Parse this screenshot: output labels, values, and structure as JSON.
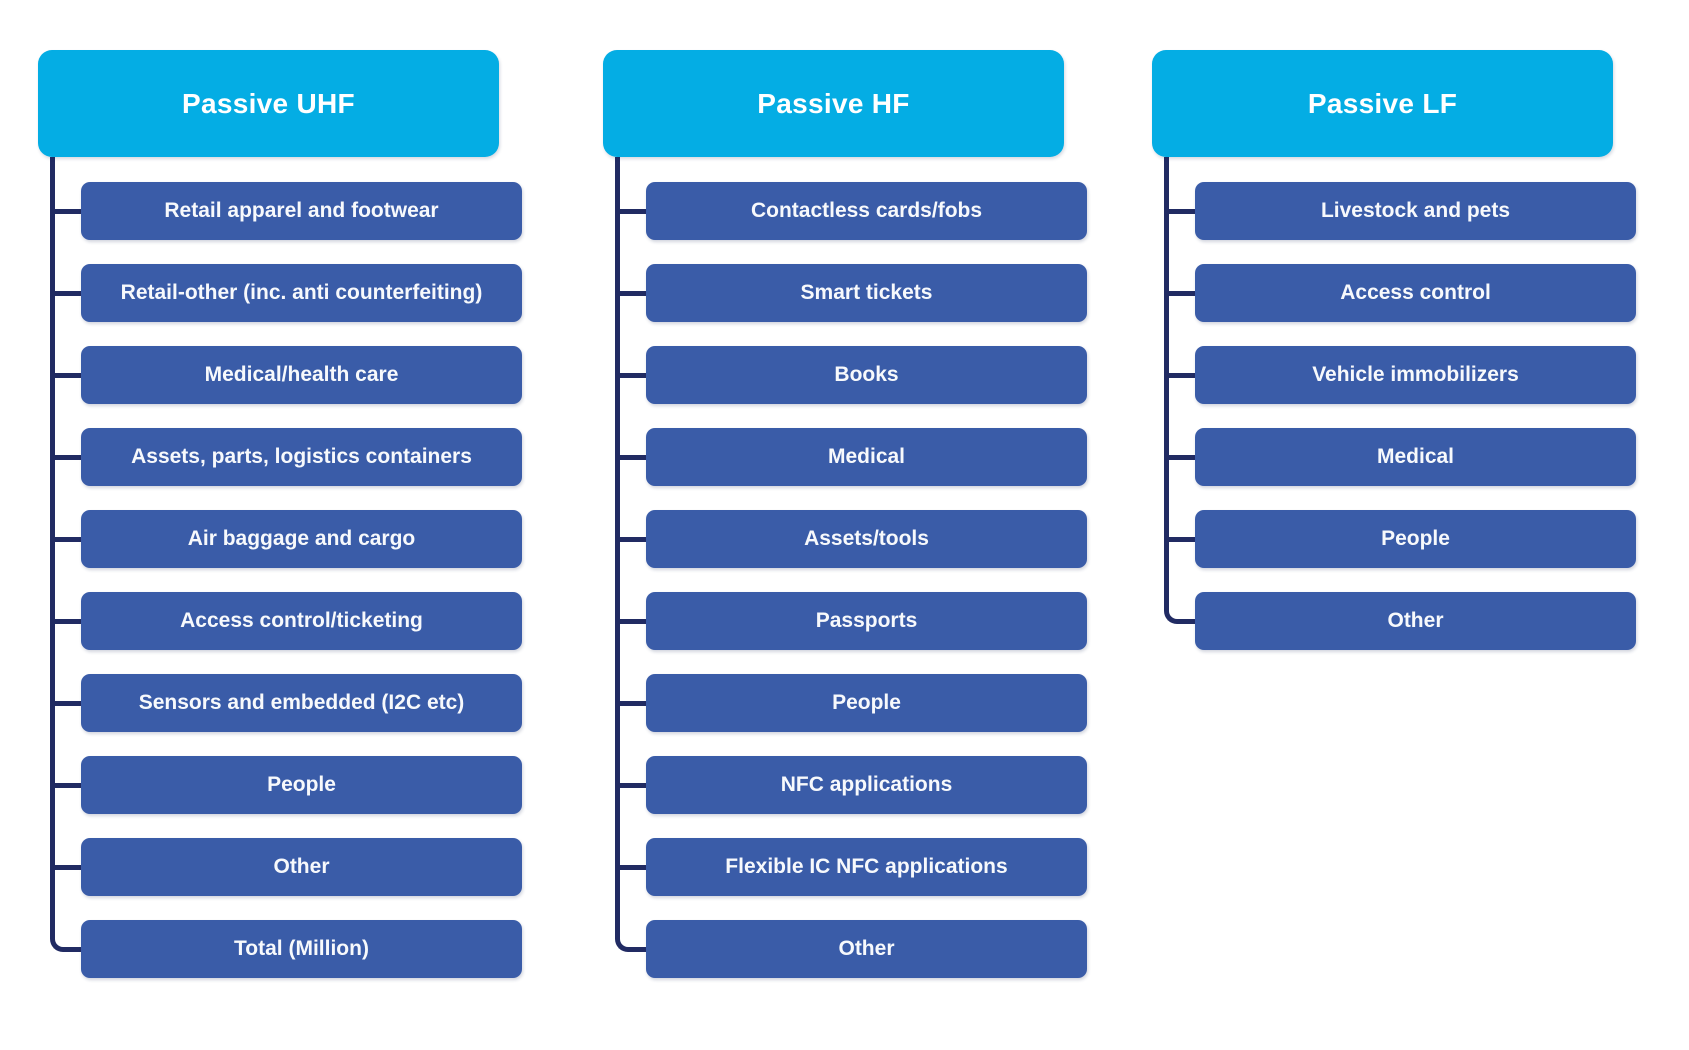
{
  "diagram": {
    "background": "#ffffff",
    "colors": {
      "header_bg": "#04ADE4",
      "item_bg": "#3A5CA8",
      "connector": "#212B63",
      "text": "#FFFFFF"
    }
  },
  "columns": [
    {
      "title": "Passive UHF",
      "items": [
        "Retail apparel and footwear",
        "Retail-other (inc. anti counterfeiting)",
        "Medical/health care",
        "Assets, parts, logistics containers",
        "Air baggage and cargo",
        "Access control/ticketing",
        "Sensors and embedded (I2C etc)",
        "People",
        "Other",
        "Total (Million)"
      ]
    },
    {
      "title": "Passive HF",
      "items": [
        "Contactless cards/fobs",
        "Smart tickets",
        "Books",
        "Medical",
        "Assets/tools",
        "Passports",
        "People",
        "NFC applications",
        "Flexible IC NFC applications",
        "Other"
      ]
    },
    {
      "title": "Passive LF",
      "items": [
        "Livestock and pets",
        "Access control",
        "Vehicle immobilizers",
        "Medical",
        "People",
        "Other"
      ]
    }
  ]
}
